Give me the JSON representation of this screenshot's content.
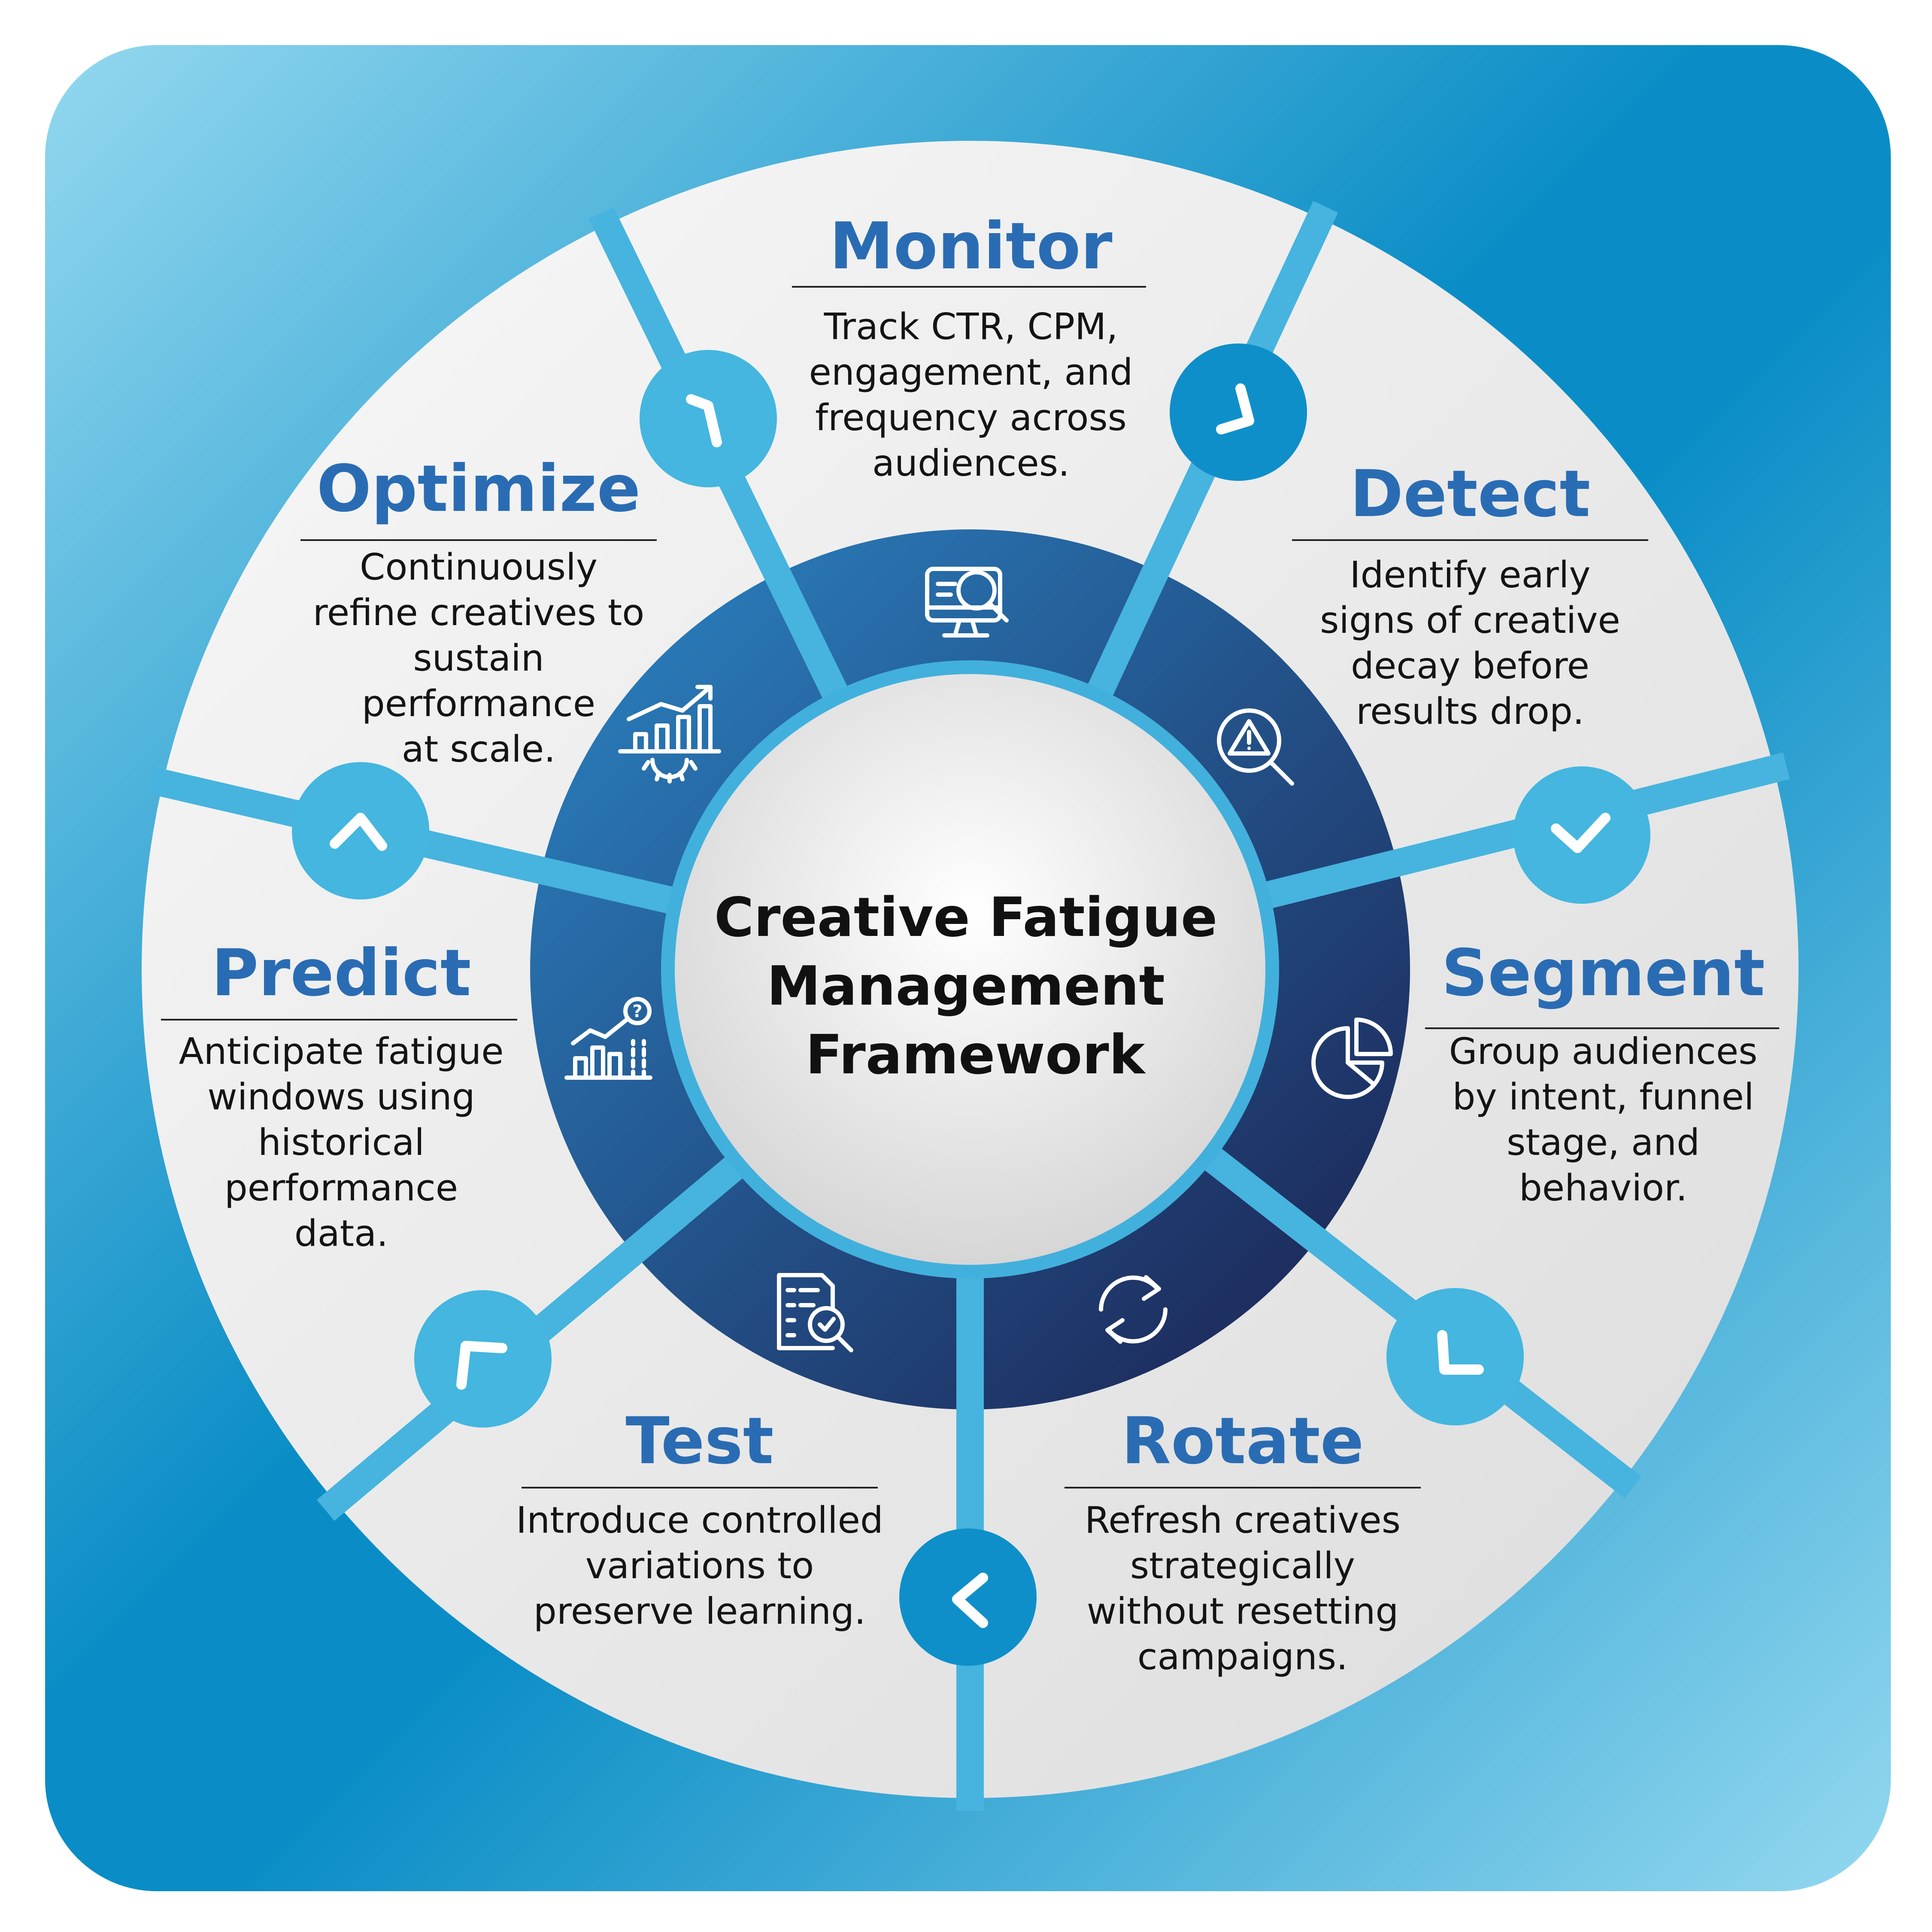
{
  "center": {
    "lines": [
      "Creative Fatigue",
      "Management",
      "Framework"
    ]
  },
  "stages": [
    {
      "title": "Monitor",
      "icon": "monitor-search-icon",
      "desc": [
        "Track CTR, CPM,",
        "engagement, and",
        "frequency across",
        "audiences."
      ]
    },
    {
      "title": "Detect",
      "icon": "alert-search-icon",
      "desc": [
        "Identify early",
        "signs of creative",
        "decay before",
        "results drop."
      ]
    },
    {
      "title": "Segment",
      "icon": "pie-chart-icon",
      "desc": [
        "Group audiences",
        "by intent, funnel",
        "stage, and",
        "behavior."
      ]
    },
    {
      "title": "Rotate",
      "icon": "refresh-icon",
      "desc": [
        "Refresh creatives",
        "strategically",
        "without resetting",
        "campaigns."
      ]
    },
    {
      "title": "Test",
      "icon": "checklist-search-icon",
      "desc": [
        "Introduce controlled",
        "variations to",
        "preserve learning."
      ]
    },
    {
      "title": "Predict",
      "icon": "forecast-chart-icon",
      "desc": [
        "Anticipate fatigue",
        "windows using",
        "historical",
        "performance",
        "data."
      ]
    },
    {
      "title": "Optimize",
      "icon": "growth-gear-icon",
      "desc": [
        "Continuously",
        "refine creatives to",
        "sustain",
        "performance",
        "at scale."
      ]
    }
  ],
  "colors": {
    "background_light": "#8fd6ee",
    "background_dark": "#0b8cc4",
    "panel": "#ececec",
    "ring_light": "#2a7fc0",
    "ring_dark": "#1b2456",
    "divider": "#46b4de",
    "title": "#2a6cb3"
  }
}
